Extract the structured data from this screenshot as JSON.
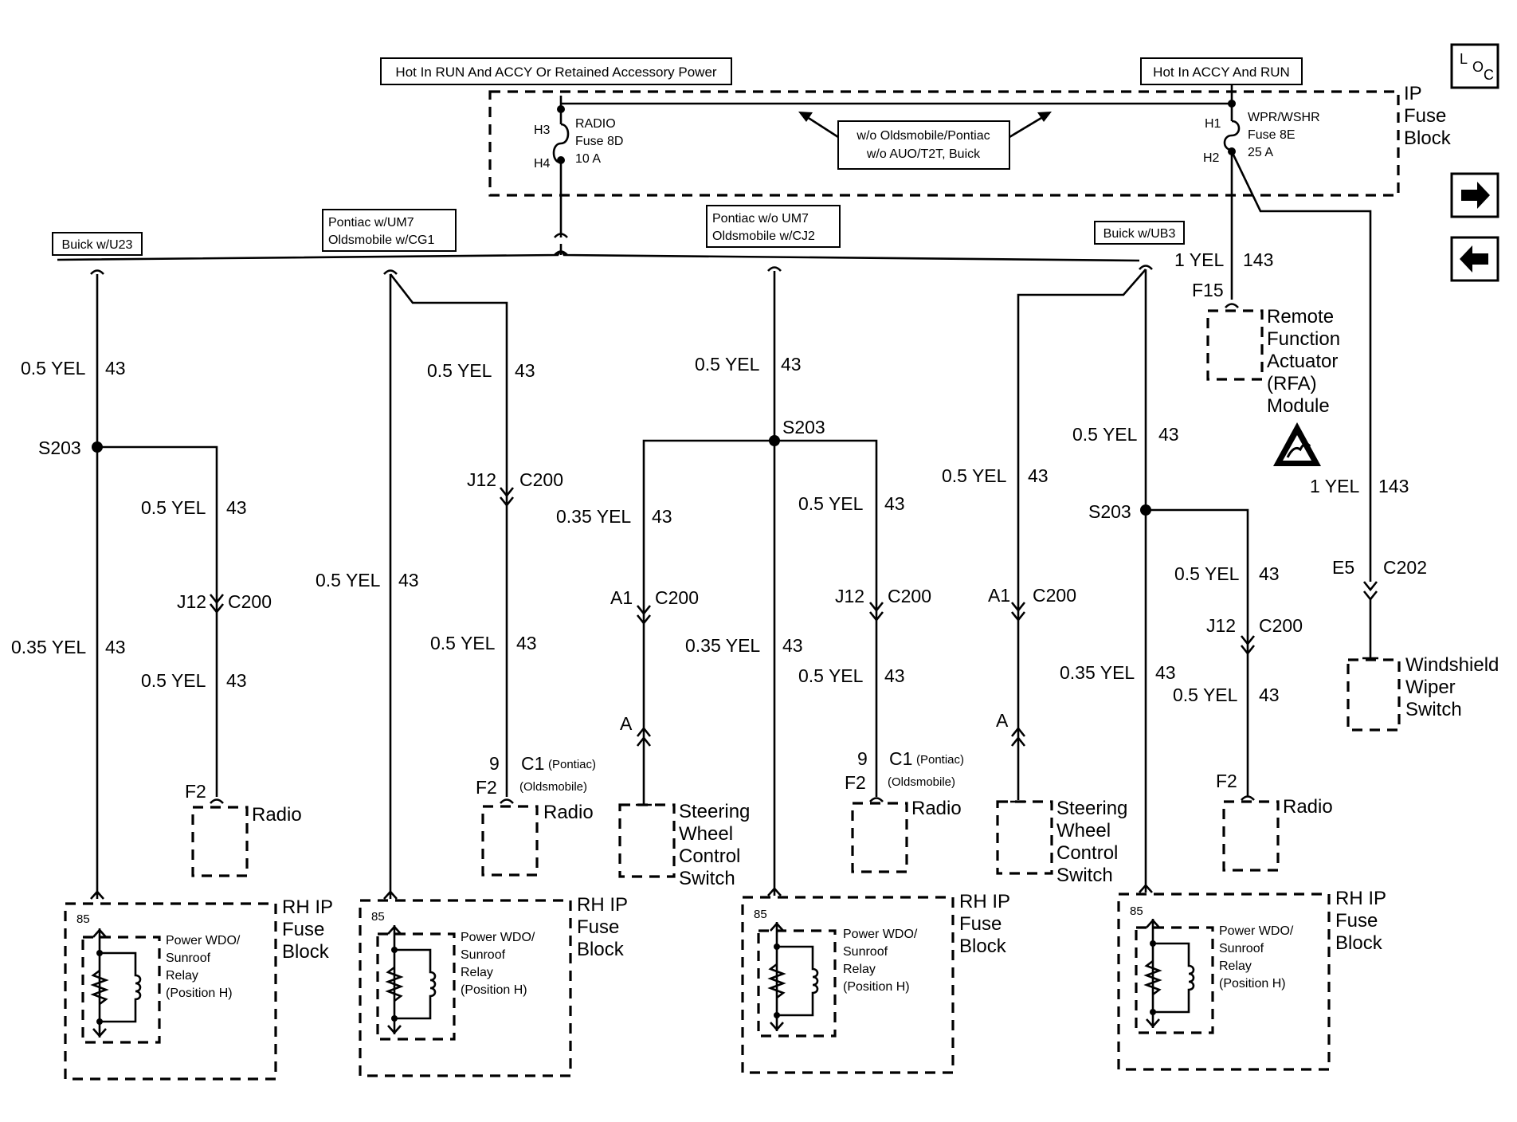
{
  "top": {
    "hot_run_accy_label": "Hot In RUN And ACCY Or Retained Accessory Power",
    "hot_accy_run_label": "Hot In ACCY And RUN",
    "ip_fuse_block": [
      "IP",
      "Fuse",
      "Block"
    ],
    "radio_fuse": [
      "RADIO",
      "Fuse 8D",
      "10 A"
    ],
    "radio_fuse_pins": [
      "H3",
      "H4"
    ],
    "wiper_fuse": [
      "WPR/WSHR",
      "Fuse 8E",
      "25 A"
    ],
    "wiper_fuse_pins": [
      "H1",
      "H2"
    ],
    "note_box": [
      "w/o Oldsmobile/Pontiac",
      "w/o AUO/T2T, Buick"
    ]
  },
  "variants": {
    "buick_u23": "Buick w/U23",
    "pontiac_um7": [
      "Pontiac w/UM7",
      "Oldsmobile w/CG1"
    ],
    "pontiac_wo_um7": [
      "Pontiac w/o UM7",
      "Oldsmobile w/CJ2"
    ],
    "buick_ub3": "Buick w/UB3"
  },
  "wires": {
    "yel_05": "0.5 YEL",
    "yel_035": "0.35 YEL",
    "yel_1": "1 YEL",
    "circuit_43": "43",
    "circuit_143": "143"
  },
  "splice": "S203",
  "connectors": {
    "j12": "J12",
    "c200": "C200",
    "a1": "A1",
    "a": "A",
    "pin9": "9",
    "c1": "C1",
    "pontiac_note": "(Pontiac)",
    "olds_note": "(Oldsmobile)",
    "f2": "F2",
    "f15": "F15",
    "e5": "E5",
    "c202": "C202",
    "pin85": "85"
  },
  "components": {
    "radio": "Radio",
    "steering_switch": [
      "Steering",
      "Wheel",
      "Control",
      "Switch"
    ],
    "rfa_module": [
      "Remote",
      "Function",
      "Actuator",
      "(RFA)",
      "Module"
    ],
    "wiper_switch": [
      "Windshield",
      "Wiper",
      "Switch"
    ],
    "rh_ip_fuse_block": [
      "RH IP",
      "Fuse",
      "Block"
    ],
    "relay": [
      "Power WDO/",
      "Sunroof",
      "Relay",
      "(Position H)"
    ]
  },
  "nav": {
    "loc": [
      "L",
      "O",
      "C"
    ],
    "next_icon": "arrow-right-icon",
    "prev_icon": "arrow-left-icon"
  }
}
